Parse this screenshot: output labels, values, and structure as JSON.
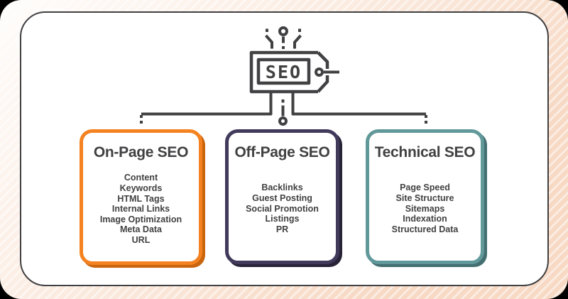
{
  "icon": {
    "label": "SEO"
  },
  "columns": [
    {
      "title": "On-Page SEO",
      "accent": "#f58220",
      "shadow": "#c8650d",
      "items": [
        "Content",
        "Keywords",
        "HTML Tags",
        "Internal Links",
        "Image Optimization",
        "Meta Data",
        "URL"
      ]
    },
    {
      "title": "Off-Page SEO",
      "accent": "#413a5b",
      "shadow": "#292338",
      "items": [
        "Backlinks",
        "Guest Posting",
        "Social Promotion",
        "Listings",
        "PR"
      ]
    },
    {
      "title": "Technical SEO",
      "accent": "#61989a",
      "shadow": "#436f71",
      "items": [
        "Page Speed",
        "Site Structure",
        "Sitemaps",
        "Indexation",
        "Structured Data"
      ]
    }
  ],
  "colors": {
    "line": "#414042",
    "text": "#414042",
    "cardbg": "#ffffff",
    "base": "#f7d9c4",
    "stripe": "rgba(255,255,255,0.5)",
    "page": "#000000"
  }
}
